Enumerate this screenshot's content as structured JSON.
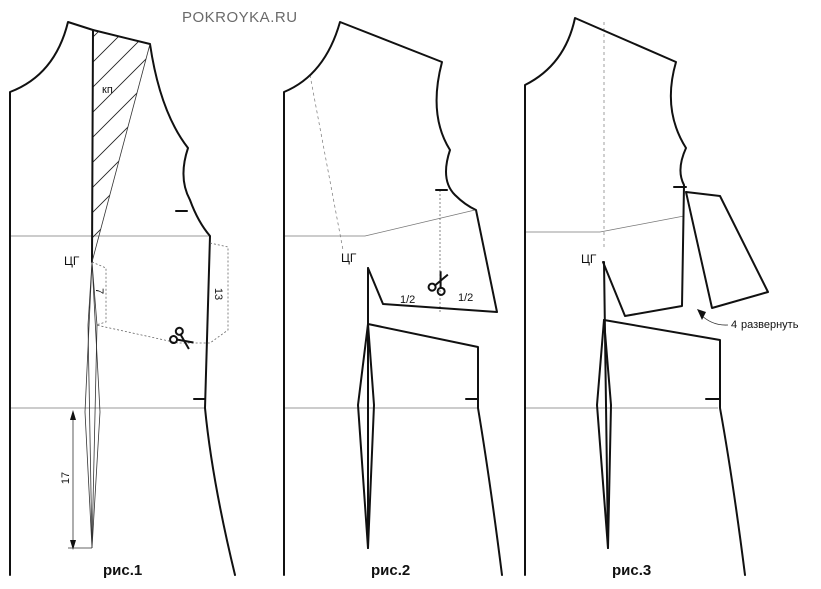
{
  "header": {
    "site": "POKROYKA.RU"
  },
  "figures": [
    {
      "caption": "рис.1",
      "labels": {
        "point": "ЦГ",
        "zone": "кп",
        "len_a": "7",
        "len_b": "13",
        "len_c": "17"
      }
    },
    {
      "caption": "рис.2",
      "labels": {
        "point": "ЦГ",
        "half_a": "1/2",
        "half_b": "1/2"
      }
    },
    {
      "caption": "рис.3",
      "labels": {
        "point": "ЦГ",
        "note_num": "4",
        "note_text": "развернуть"
      }
    }
  ],
  "colors": {
    "ink": "#111111",
    "guide": "#777777",
    "header": "#6a6a6a"
  },
  "icons": [
    "scissors-icon",
    "arrow-icon"
  ]
}
